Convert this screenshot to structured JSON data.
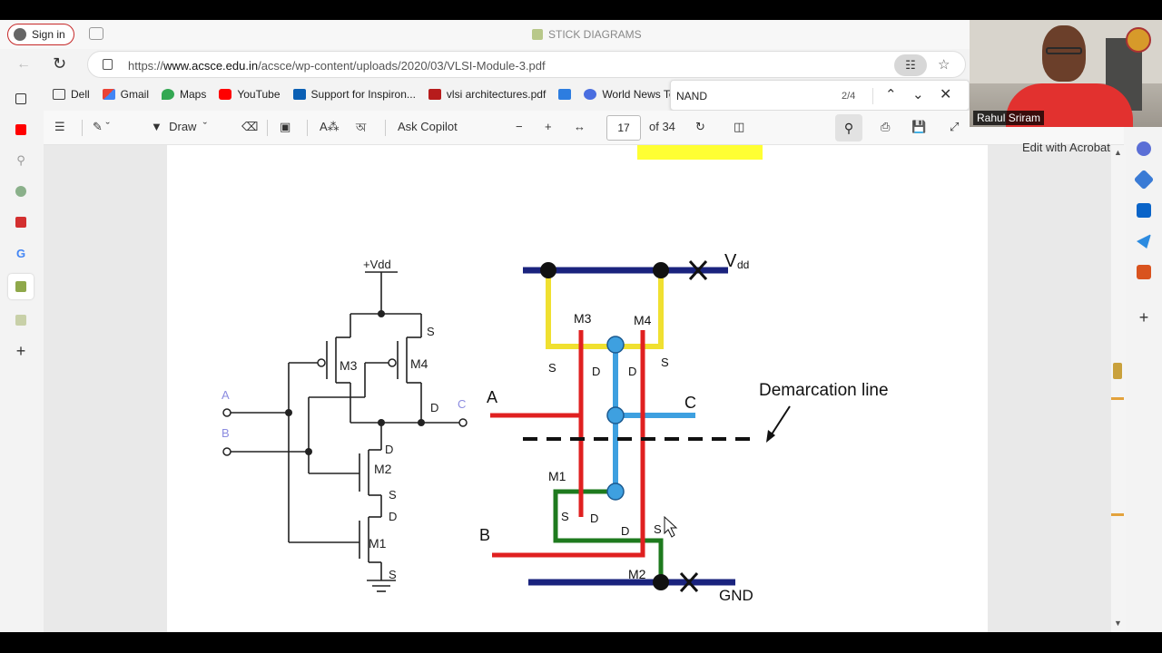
{
  "tab": {
    "title": "STICK DIAGRAMS"
  },
  "profile": {
    "sign_in_label": "Sign in"
  },
  "address": {
    "url_prefix": "https://",
    "url_domain": "www.acsce.edu.in",
    "url_path": "/acsce/wp-content/uploads/2020/03/VLSI-Module-3.pdf"
  },
  "bookmarks": [
    {
      "label": "Dell",
      "icon": "folder-icon"
    },
    {
      "label": "Gmail",
      "icon": "gmail-icon"
    },
    {
      "label": "Maps",
      "icon": "maps-icon"
    },
    {
      "label": "YouTube",
      "icon": "youtube-icon"
    },
    {
      "label": "Support for Inspiron...",
      "icon": "dell-icon"
    },
    {
      "label": "vlsi architectures.pdf",
      "icon": "pdf-icon"
    },
    {
      "label": "",
      "icon": "microsoft-icon"
    },
    {
      "label": "World News Toc",
      "icon": "news-icon"
    }
  ],
  "findbar": {
    "query": "NAND",
    "count": "2/4"
  },
  "pdf_toolbar": {
    "draw_label": "Draw",
    "copilot_label": "Ask Copilot",
    "page_number": "17",
    "page_total": "of 34",
    "acrobat_label": "Edit with Acrobat"
  },
  "webcam": {
    "name": "Rahul Sriram"
  },
  "diagram": {
    "schematic": {
      "vdd": "+Vdd",
      "m3": "M3",
      "m4": "M4",
      "m2": "M2",
      "m1": "M1",
      "s1": "S",
      "d1": "D",
      "d2": "D",
      "s2": "S",
      "d3": "D",
      "s3": "S",
      "in_a": "A",
      "in_b": "B",
      "out_c": "C"
    },
    "stick": {
      "vdd": "V",
      "vdd_sub": "dd",
      "gnd": "GND",
      "m3": "M3",
      "m4": "M4",
      "m1": "M1",
      "m2": "M2",
      "a": "A",
      "b": "B",
      "c": "C",
      "s_m3": "S",
      "d_m3": "D",
      "d_m4": "D",
      "s_m4": "S",
      "s_m1": "S",
      "d_m1": "D",
      "d_m2": "D",
      "s_m2": "S",
      "demarcation": "Demarcation line"
    },
    "colors": {
      "metal": "#1a237e",
      "poly": "#e02020",
      "pdiff": "#f0e030",
      "ndiff": "#1e7a1e",
      "contact_blue": "#3ea0e0"
    }
  }
}
